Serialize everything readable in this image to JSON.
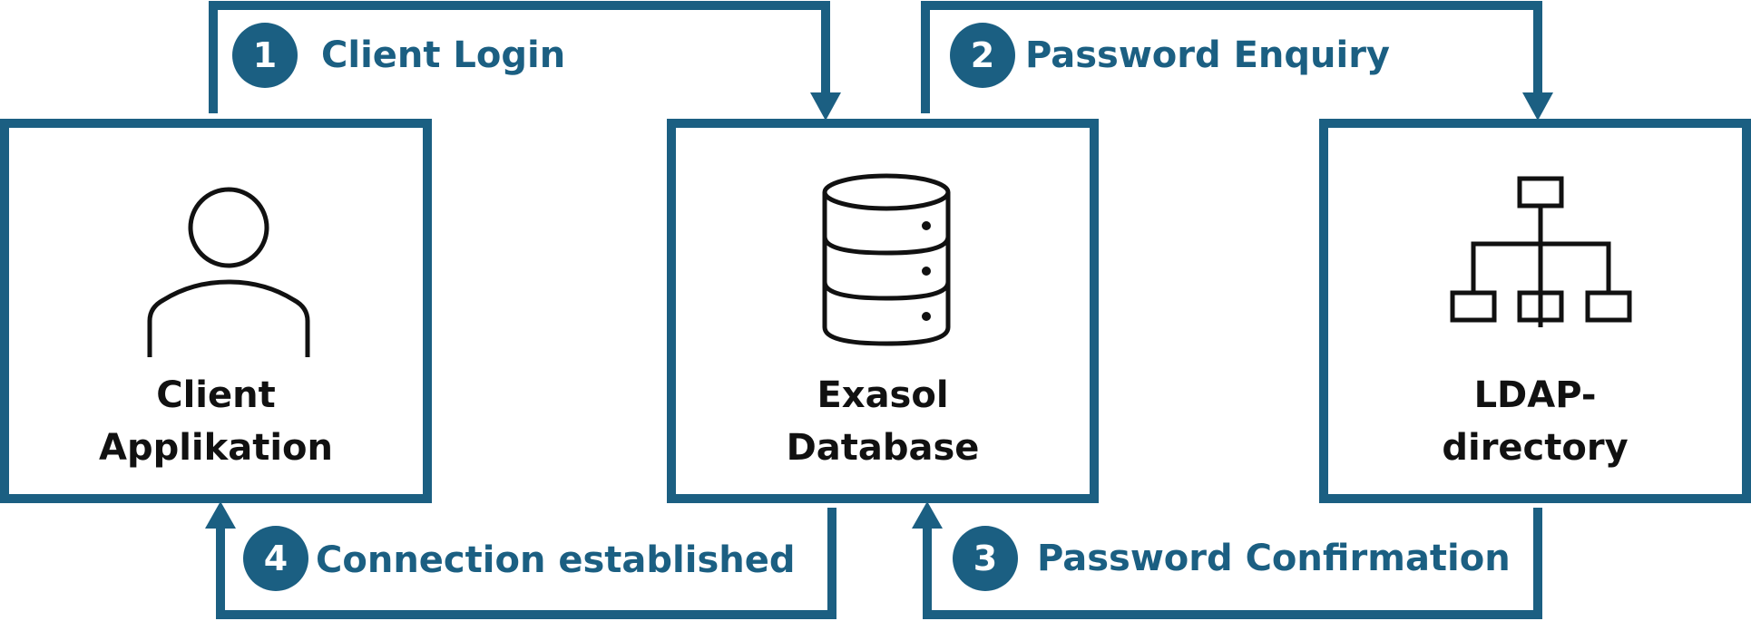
{
  "colors": {
    "accent": "#1b5f82",
    "icon": "#111111"
  },
  "boxes": {
    "client": {
      "line1": "Client",
      "line2": "Applikation",
      "icon": "user-icon"
    },
    "database": {
      "line1": "Exasol",
      "line2": "Database",
      "icon": "database-icon"
    },
    "ldap": {
      "line1": "LDAP-",
      "line2": "directory",
      "icon": "hierarchy-icon"
    }
  },
  "steps": [
    {
      "number": "1",
      "label": "Client Login"
    },
    {
      "number": "2",
      "label": "Password Enquiry"
    },
    {
      "number": "3",
      "label": "Password Confirmation"
    },
    {
      "number": "4",
      "label": "Connection established"
    }
  ]
}
